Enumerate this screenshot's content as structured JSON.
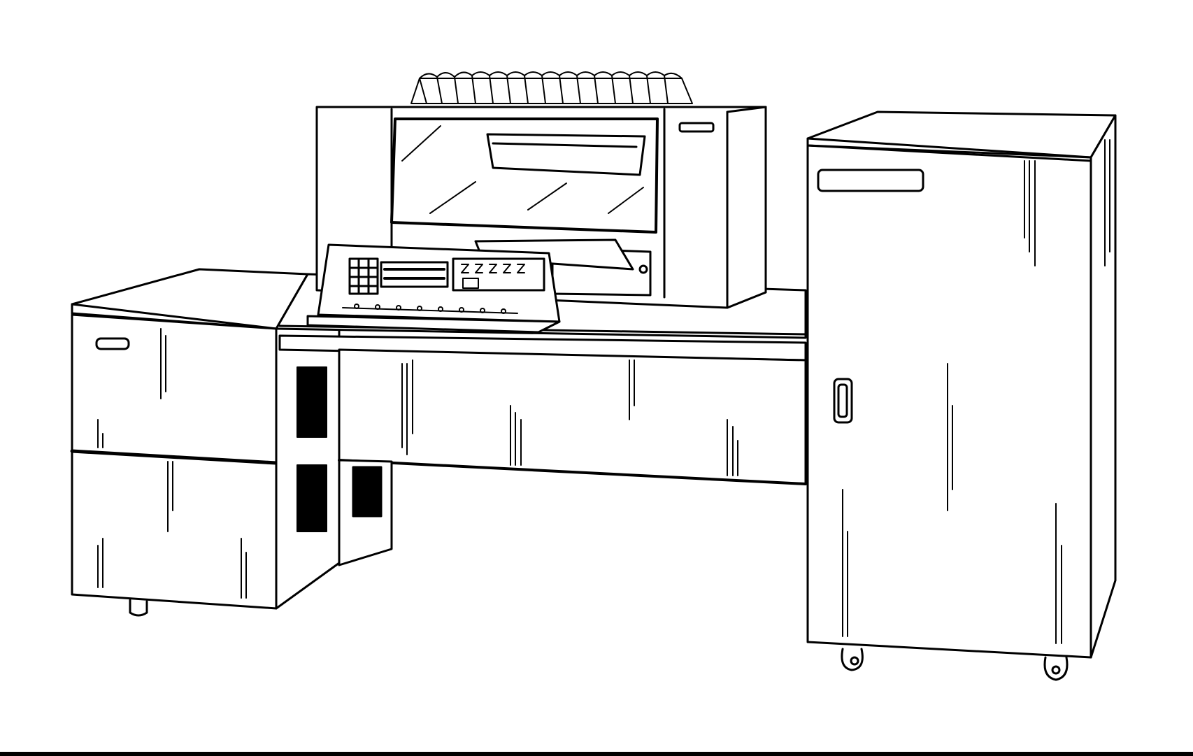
{
  "drawing": {
    "stroke_color": "#000000",
    "background_color": "#ffffff",
    "parts": [
      "left-drawer-cabinet",
      "center-desk",
      "printer-unit",
      "control-panel",
      "tall-cabinet",
      "ground-line"
    ]
  }
}
